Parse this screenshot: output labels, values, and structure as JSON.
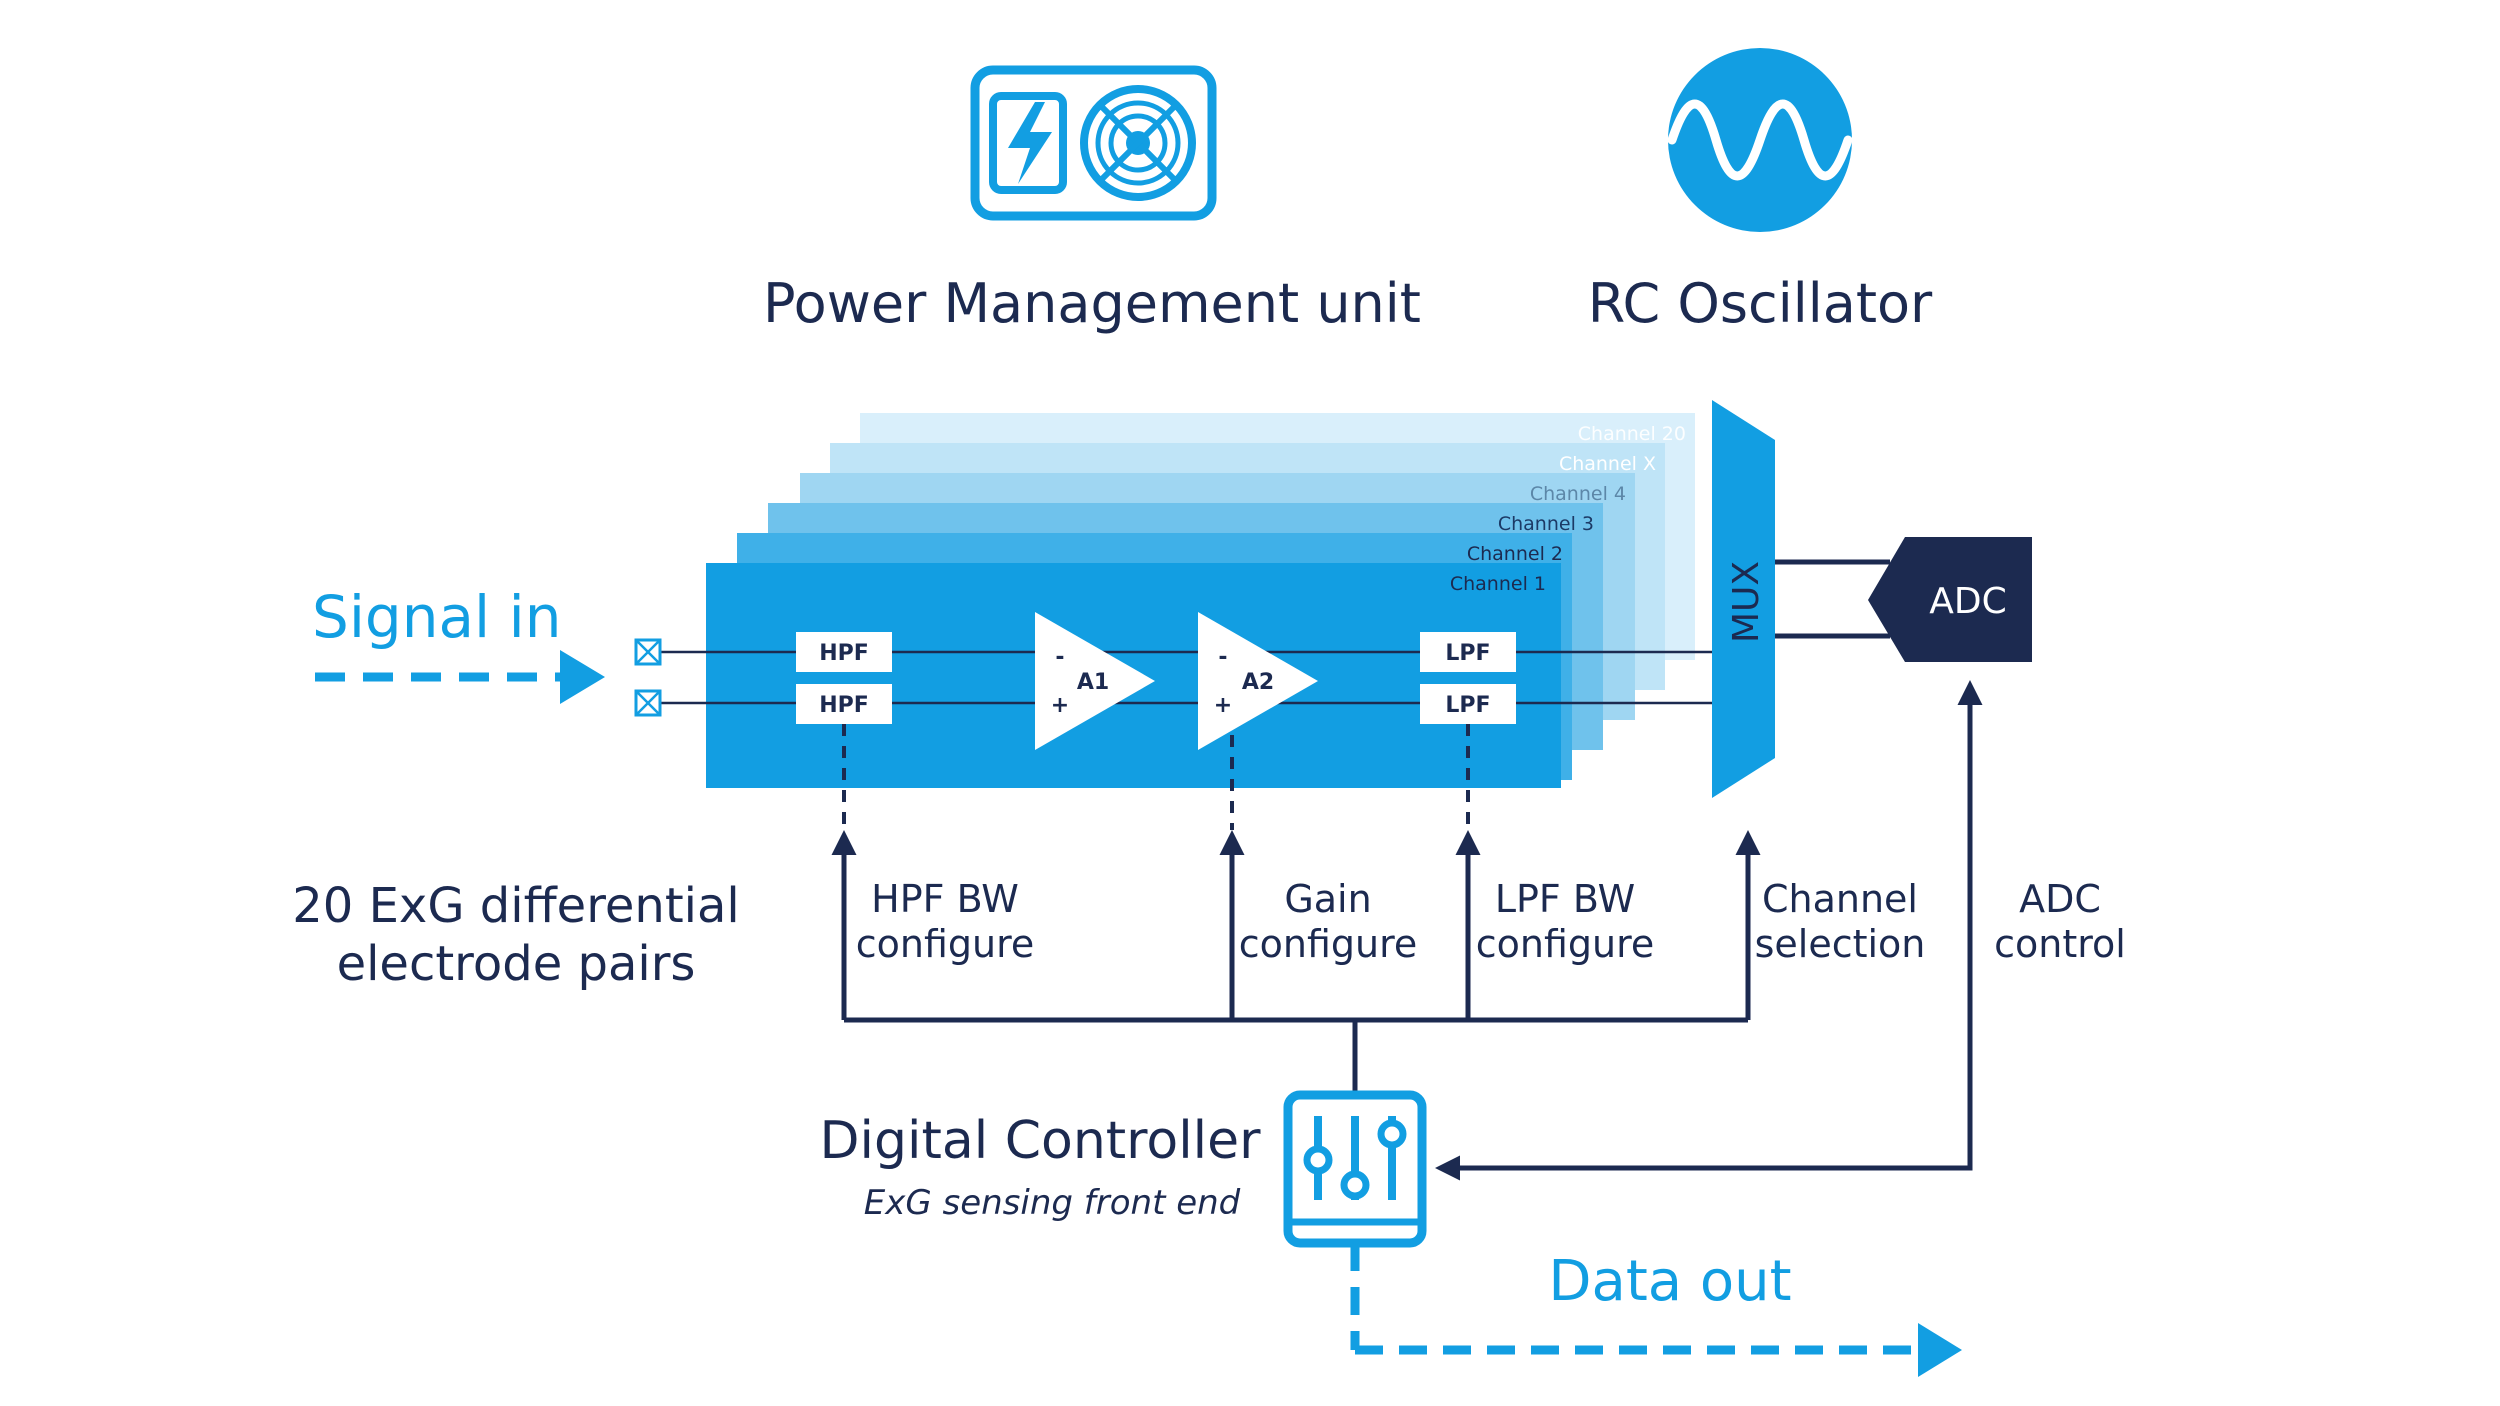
{
  "title_power": "Power Management unit",
  "title_osc": "RC Oscillator",
  "signal_in": "Signal in",
  "electrodes": {
    "line1": "20 ExG differential",
    "line2": "electrode pairs"
  },
  "channels": [
    "Channel 20",
    "Channel X",
    "Channel 4",
    "Channel 3",
    "Channel 2",
    "Channel 1"
  ],
  "blocks": {
    "hpf": "HPF",
    "lpf": "LPF",
    "a1": "A1",
    "a2": "A2",
    "minus": "-",
    "plus": "+"
  },
  "mux": "MUX",
  "adc": "ADC",
  "controls": {
    "hpf": {
      "line1": "HPF BW",
      "line2": "configure"
    },
    "gain": {
      "line1": "Gain",
      "line2": "configure"
    },
    "lpf": {
      "line1": "LPF BW",
      "line2": "configure"
    },
    "channel": {
      "line1": "Channel",
      "line2": "selection"
    },
    "adc": {
      "line1": "ADC",
      "line2": "control"
    }
  },
  "controller": {
    "title": "Digital Controller",
    "subtitle": "ExG sensing front end"
  },
  "data_out": "Data out",
  "colors": {
    "accent": "#129ee2",
    "navy": "#1c2a50",
    "white": "#ffffff"
  },
  "icons": {
    "power": "power-supply-icon",
    "oscillator": "sine-wave-icon",
    "controller": "sliders-icon"
  }
}
